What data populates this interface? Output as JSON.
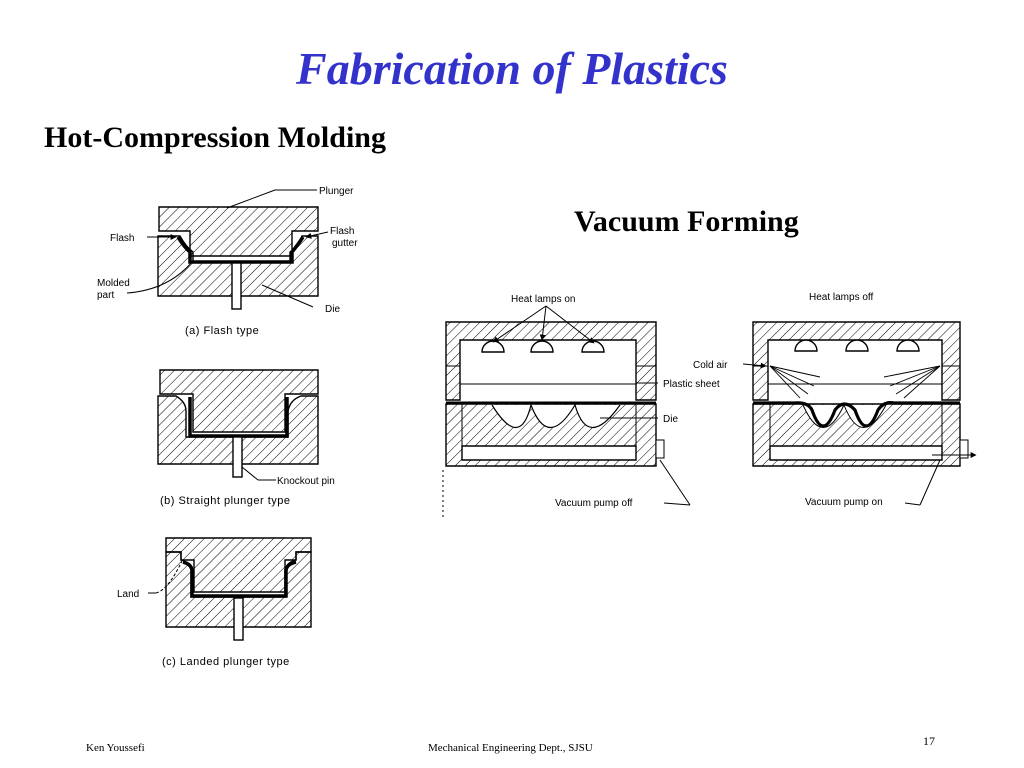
{
  "slide": {
    "title": "Fabrication of Plastics",
    "subheading_left": "Hot-Compression Molding",
    "subheading_right": "Vacuum Forming",
    "footer_author": "Ken Youssefi",
    "footer_dept": "Mechanical Engineering Dept., SJSU",
    "page_number": "17"
  },
  "hot_compression": {
    "labels": {
      "plunger": "Plunger",
      "flash": "Flash",
      "flash_gutter_1": "Flash",
      "flash_gutter_2": "gutter",
      "molded_part_1": "Molded",
      "molded_part_2": "part",
      "die": "Die",
      "knockout_pin": "Knockout pin",
      "land": "Land"
    },
    "captions": {
      "a": "(a)   Flash type",
      "b": "(b)   Straight plunger type",
      "c": "(c)  Landed plunger type"
    }
  },
  "vacuum_forming": {
    "labels": {
      "heat_on": "Heat lamps  on",
      "heat_off": "Heat lamps  off",
      "cold_air": "Cold  air",
      "plastic_sheet": "Plastic  sheet",
      "die": "Die",
      "pump_off": "Vacuum  pump  off",
      "pump_on": "Vacuum  pump  on"
    }
  }
}
